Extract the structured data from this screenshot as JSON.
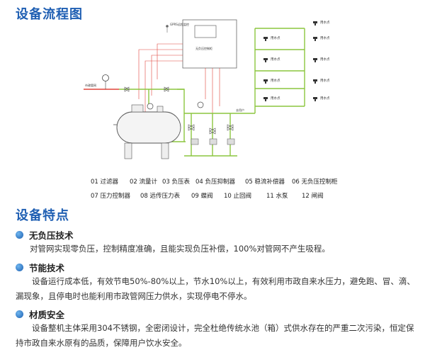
{
  "section1_title": "设备流程图",
  "section2_title": "设备特点",
  "diagram": {
    "gprs_label": "GPRS远程监控",
    "control_cabinet_label": "无负压控制柜",
    "inlet_label": "市政管网",
    "outlet_label": "去用户",
    "tap_label": "用水点"
  },
  "legend": [
    "01 过滤器",
    "02 流量计",
    "03 负压表",
    "04 负压抑制器",
    "05 稳流补偿器",
    "06 无负压控制柜",
    "07 压力控制器",
    "08 远传压力表",
    "09 蝶阀",
    "10 止回阀",
    "11 水泵",
    "12 闸阀"
  ],
  "features": [
    {
      "title": "无负压技术",
      "body": "对管网实现零负压，控制精度准确，且能实现负压补偿，100%对管网不产生吸程。"
    },
    {
      "title": "节能技术",
      "body": "设备运行成本低，有效节电50%-80%以上，节水10%以上，有效利用市政自来水压力，避免跑、冒、滴、漏现象，且停电时也能利用市政管网压力供水，实现停电不停水。"
    },
    {
      "title": "材质安全",
      "body": "设备整机主体采用304不锈钢，全密闭设计，完全杜绝传统水池（箱）式供水存在的严重二次污染，恒定保持市政自来水原有的品质，保障用户饮水安全。"
    }
  ],
  "colors": {
    "accent": "#1f5fb3",
    "pipe_green": "#8cc63f",
    "pipe_red": "#e0443a"
  }
}
